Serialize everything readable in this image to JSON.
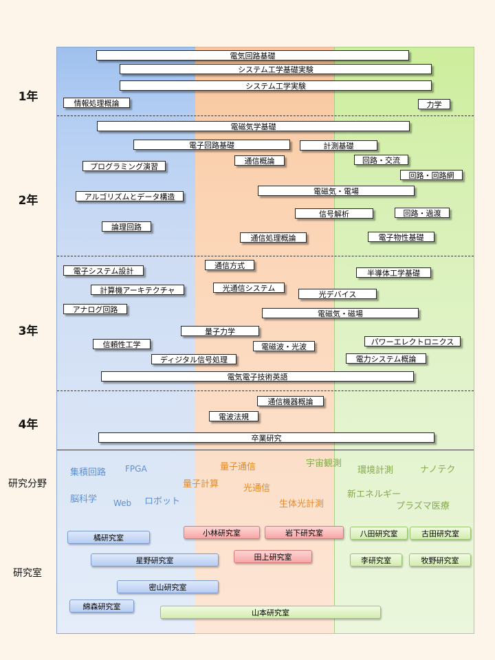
{
  "years": [
    "1年",
    "2年",
    "3年",
    "4年"
  ],
  "row_labels": {
    "fields": "研究分野",
    "labs": "研究室"
  },
  "courses": {
    "y1": [
      "電気回路基礎",
      "システム工学基礎実験",
      "システム工学実験",
      "情報処理概論",
      "力学"
    ],
    "y2": [
      "電磁気学基礎",
      "電子回路基礎",
      "計測基礎",
      "通信概論",
      "回路・交流",
      "プログラミング演習",
      "回路・回路網",
      "アルゴリズムとデータ構造",
      "電磁気・電場",
      "信号解析",
      "回路・過渡",
      "論理回路",
      "通信処理概論",
      "電子物性基礎"
    ],
    "y3": [
      "電子システム設計",
      "通信方式",
      "半導体工学基礎",
      "計算機アーキテクチャ",
      "光通信システム",
      "光デバイス",
      "アナログ回路",
      "電磁気・磁場",
      "量子力学",
      "信頼性工学",
      "電磁波・光波",
      "パワーエレクトロニクス",
      "ディジタル信号処理",
      "電力システム概論",
      "電気電子技術英語"
    ],
    "y4": [
      "通信機器概論",
      "電波法規",
      "卒業研究"
    ]
  },
  "fields": {
    "blue": [
      "集積回路",
      "FPGA",
      "脳科学",
      "Web",
      "ロボット"
    ],
    "orange": [
      "量子通信",
      "量子計算",
      "光通信",
      "生体光計測"
    ],
    "green": [
      "宇宙観測",
      "環境計測",
      "ナノテク",
      "新エネルギー",
      "プラズマ医療"
    ]
  },
  "labs": {
    "blue": [
      "橘研究室",
      "星野研究室",
      "密山研究室",
      "綿森研究室"
    ],
    "red": [
      "小林研究室",
      "岩下研究室",
      "田上研究室"
    ],
    "green": [
      "八田研究室",
      "古田研究室",
      "李研究室",
      "牧野研究室",
      "山本研究室"
    ]
  }
}
